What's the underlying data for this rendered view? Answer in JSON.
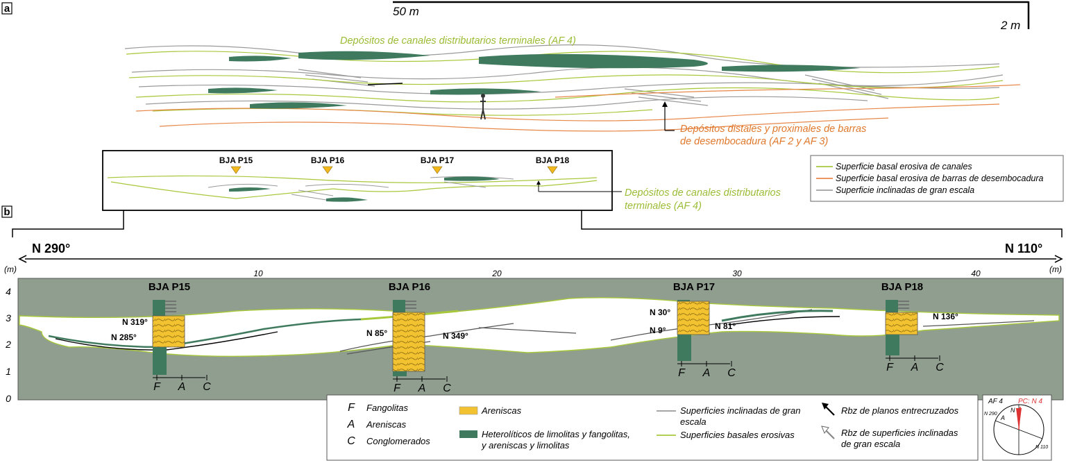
{
  "panel_a": {
    "label": "a",
    "scale_h": "50 m",
    "scale_v": "2 m",
    "label_af4": "Depósitos de canales distributarios terminales (AF 4)",
    "label_af23_line1": "Depósitos distales y proximales de barras",
    "label_af23_line2": "de desembocadura (AF 2 y AF 3)",
    "inset_sections": [
      "BJA P15",
      "BJA P16",
      "BJA P17",
      "BJA P18"
    ],
    "inset_label_line1": "Depósitos de canales distributarios",
    "inset_label_line2": "terminales (AF 4)",
    "legend": [
      {
        "label": "Superficie basal erosiva de canales",
        "color": "#a8c83c"
      },
      {
        "label": "Superficie basal erosiva de barras de desembocadura",
        "color": "#e8874a"
      },
      {
        "label": "Superficie inclinadas de gran escala",
        "color": "#a0a0a0"
      }
    ]
  },
  "panel_b": {
    "label": "b",
    "dir_left": "N 290°",
    "dir_right": "N 110°",
    "unit_left": "(m)",
    "unit_right": "(m)",
    "x_ticks": [
      "10",
      "20",
      "30",
      "40"
    ],
    "y_ticks": [
      "4",
      "3",
      "2",
      "1",
      "0"
    ],
    "sections": [
      {
        "name": "BJA P15",
        "paleo": [
          "N 319°",
          "N 285°"
        ]
      },
      {
        "name": "BJA P16",
        "paleo": [
          "N 85°",
          "N 349°"
        ]
      },
      {
        "name": "BJA P17",
        "paleo": [
          "N 30°",
          "N 9°",
          "N 81°"
        ]
      },
      {
        "name": "BJA P18",
        "paleo": [
          "N 136°"
        ]
      }
    ],
    "grain_labels": [
      "F",
      "A",
      "C"
    ]
  },
  "legend_b": {
    "abbrev": [
      {
        "key": "F",
        "label": "Fangolitas"
      },
      {
        "key": "A",
        "label": "Areniscas"
      },
      {
        "key": "C",
        "label": "Conglomerados"
      }
    ],
    "areniscas": "Areniscas",
    "hetero_line1": "Heterolíticos de limolitas y fangolitas,",
    "hetero_line2": "y areniscas y limolitas",
    "sup_incl_line1": "Superficies inclinadas de gran",
    "sup_incl_line2": "escala",
    "sup_basal": "Superficies basales erosivas",
    "rbz1": "Rbz de planos entrecruzados",
    "rbz2_line1": "Rbz de superficies inclinadas",
    "rbz2_line2": "de gran escala"
  },
  "rose": {
    "title": "AF 4",
    "pc": "PC: N 4",
    "n_label": "N",
    "a_label": "A",
    "left_label": "N 290",
    "right_label": "N 110"
  },
  "colors": {
    "green_dark": "#3f7a5e",
    "sand": "#f2c230",
    "bg_gray": "#8f9e8f",
    "line_green": "#a8c83c",
    "line_orange": "#e8874a"
  }
}
